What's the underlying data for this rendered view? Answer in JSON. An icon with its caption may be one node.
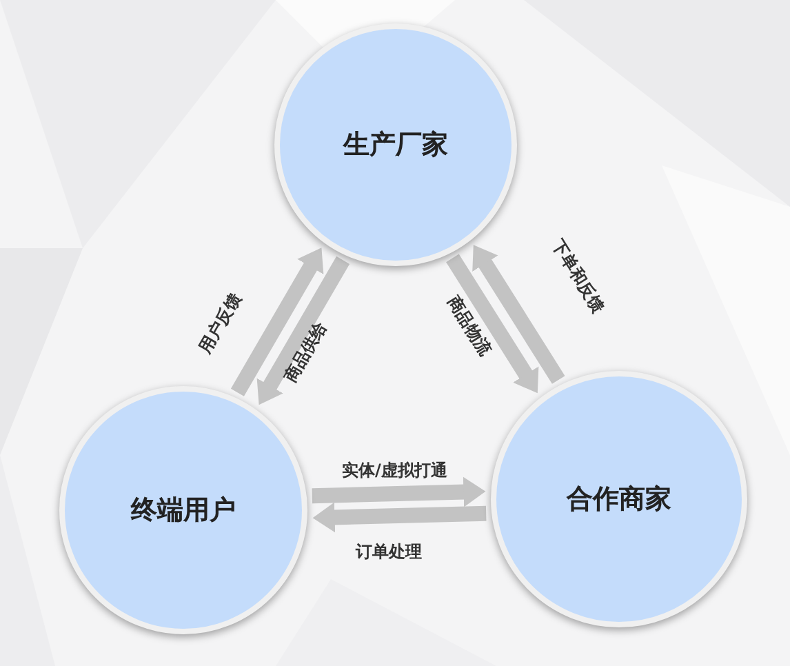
{
  "diagram": {
    "nodes": [
      {
        "text": [
          "生产厂家"
        ]
      },
      {
        "text": [
          "终端用户"
        ]
      },
      {
        "text": [
          "合作商家"
        ]
      }
    ],
    "edges": [
      {
        "from": 1,
        "to": 0,
        "arrow": "to",
        "label": "用户反馈"
      },
      {
        "from": 0,
        "to": 1,
        "arrow": "to",
        "label": "商品供给"
      },
      {
        "from": 0,
        "to": 2,
        "arrow": "to",
        "label": "商品物流"
      },
      {
        "from": 2,
        "to": 0,
        "arrow": "to",
        "label": "下单和反馈"
      },
      {
        "from": 1,
        "to": 2,
        "arrow": "to",
        "label": "实体/虚拟打通"
      },
      {
        "from": 2,
        "to": 1,
        "arrow": "to",
        "label": "订单处理"
      }
    ]
  }
}
